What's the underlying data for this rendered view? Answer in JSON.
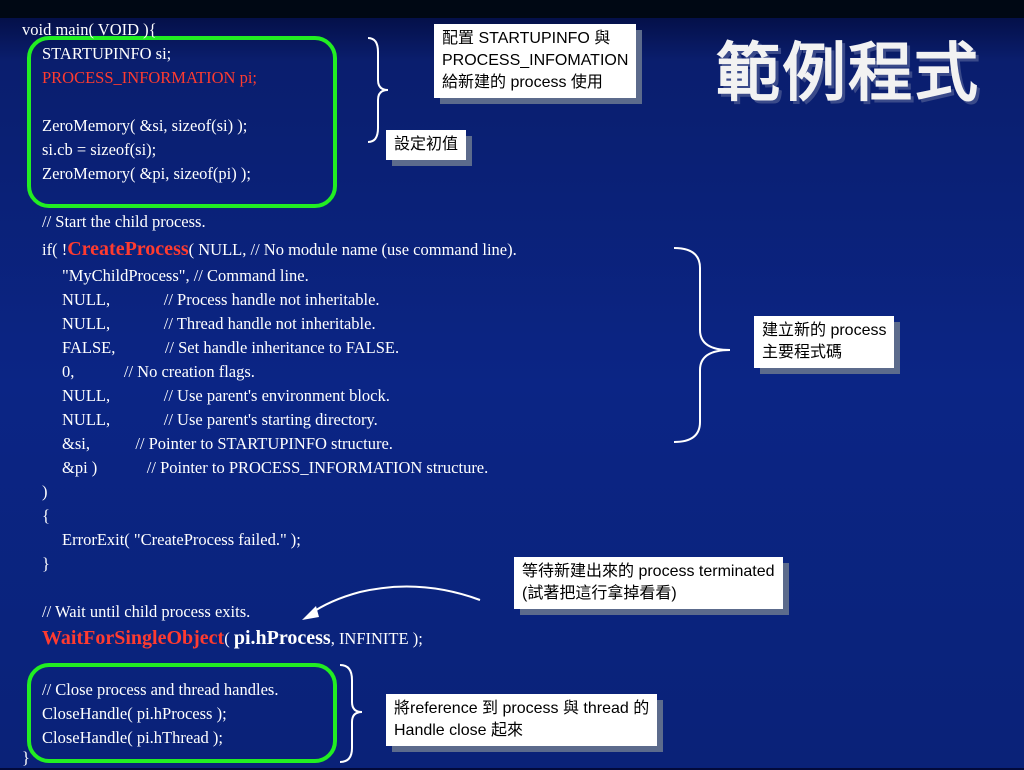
{
  "title": "範例程式",
  "code": {
    "l01": "void main( VOID ){",
    "l02": "STARTUPINFO si;",
    "l03": "PROCESS_INFORMATION pi;",
    "l04": "ZeroMemory( &si, sizeof(si) );",
    "l05": "si.cb = sizeof(si);",
    "l06": "ZeroMemory( &pi, sizeof(pi) );",
    "l07": "// Start the child process.",
    "l08_prefix": "if( !",
    "l08_func": "CreateProcess",
    "l08_rest": "( NULL, // No module name (use command line).",
    "l09": "\"MyChildProcess\", // Command line.",
    "l10": "NULL,             // Process handle not inheritable.",
    "l11": "NULL,             // Thread handle not inheritable.",
    "l12": "FALSE,            // Set handle inheritance to FALSE.",
    "l13": "0,            // No creation flags.",
    "l14": "NULL,             // Use parent's environment block.",
    "l15": "NULL,             // Use parent's starting directory.",
    "l16": "&si,           // Pointer to STARTUPINFO structure.",
    "l17": "&pi )            // Pointer to PROCESS_INFORMATION structure.",
    "l18": ")",
    "l19": "{",
    "l20": "ErrorExit( \"CreateProcess failed.\" );",
    "l21": "}",
    "l22": "// Wait until child process exits.",
    "l23_func": "WaitForSingleObject",
    "l23_paren": "( ",
    "l23_arg": "pi.hProcess",
    "l23_rest": ", INFINITE );",
    "l24": "// Close process and thread handles.",
    "l25": "CloseHandle( pi.hProcess );",
    "l26": "CloseHandle( pi.hThread );",
    "l27": "}"
  },
  "callouts": {
    "c1": "配置 STARTUPINFO 與\nPROCESS_INFOMATION\n給新建的 process 使用",
    "c2": "設定初值",
    "c3": "建立新的 process\n主要程式碼",
    "c4": "等待新建出來的 process terminated\n(試著把這行拿掉看看)",
    "c5": "將reference 到 process 與 thread 的\nHandle close 起來"
  },
  "colors": {
    "highlight": "#ff3b2f",
    "box": "#22ee22"
  }
}
